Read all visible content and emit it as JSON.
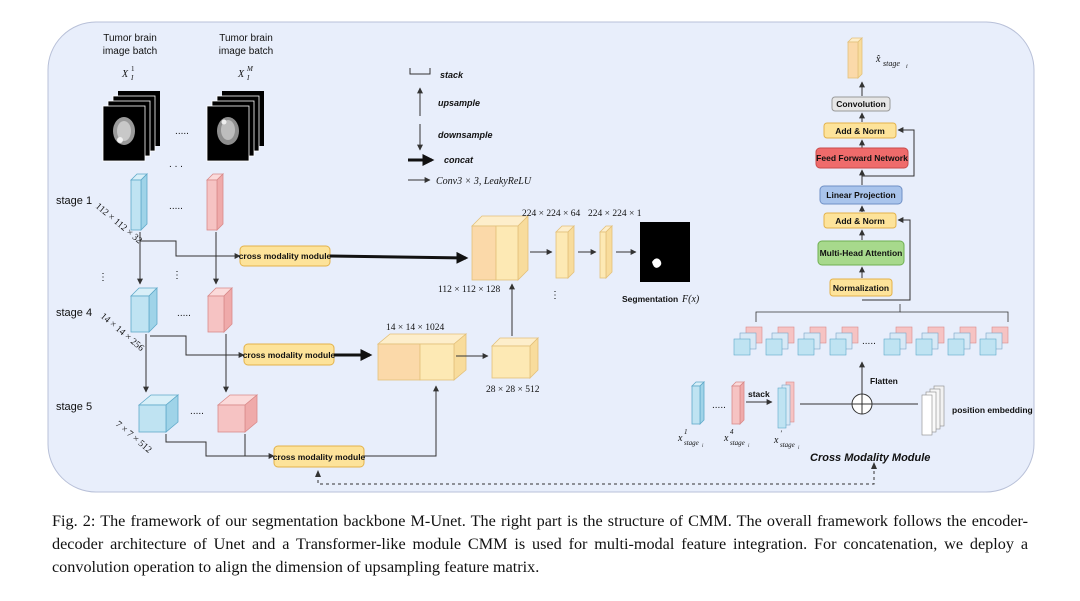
{
  "input_labels": {
    "batch1_line1": "Tumor brain",
    "batch1_line2": "image batch",
    "batch2_line1": "Tumor brain",
    "batch2_line2": "image batch",
    "x1": "X",
    "x1_sup": "1",
    "x1_sub": "I",
    "xm": "X",
    "xm_sup": "M",
    "xm_sub": "I",
    "dots": "....."
  },
  "stages": {
    "stage1": "stage 1",
    "stage4": "stage 4",
    "stage5": "stage 5",
    "dim1": "112 × 112 × 32",
    "dim4": "14 × 14 × 256",
    "dim5": "7 × 7 × 512"
  },
  "legend": {
    "stack": "stack",
    "upsample": "upsample",
    "downsample": "downsample",
    "concat": "concat",
    "conv": "Conv3 × 3, LeakyReLU"
  },
  "modules": {
    "cmm1": "cross modality module",
    "cmm2": "cross modality module",
    "cmm3": "cross modality module"
  },
  "decoder": {
    "d1": "112 × 112 × 128",
    "d2": "224 × 224 × 64",
    "d3": "224 × 224 × 1",
    "d4": "14 × 14 × 1024",
    "d5": "28 × 28 × 512",
    "seg": "Segmentation",
    "fx": "F(x)"
  },
  "cmm_block": {
    "output": "x̂",
    "output_sub": "stage",
    "output_subsub": "i",
    "convolution": "Convolution",
    "addnorm1": "Add  &  Norm",
    "ffn": "Feed Forward Network",
    "linear": "Linear Projection",
    "addnorm2": "Add  &  Norm",
    "mha": "Multi-Head Attention",
    "norm": "Normalization",
    "flatten": "Flatten",
    "stack": "stack",
    "pos": "position embedding",
    "title": "Cross Modality Module",
    "xs1": "x",
    "xs1_sup": "1",
    "xs4": "x",
    "xs4_sup": "4",
    "xs_prime": "x",
    "xs_prime_sup": "′",
    "xs_sub": "stage",
    "xs_subsub": "i"
  },
  "caption": "Fig. 2: The framework of our segmentation backbone M-Unet. The right part is the structure of CMM. The overall framework follows the encoder-decoder architecture of Unet and a Transformer-like module CMM is used for multi-modal feature integration. For concatenation, we deploy a convolution operation to align the dimension of upsampling feature matrix.",
  "colors": {
    "background": "#e8eefb",
    "blue_block": "#bfe3f2",
    "pink_block": "#f6c3c3",
    "yellow_block": "#fde9b4",
    "orange_block": "#fbd9a9",
    "cmm_box": "#fde39a",
    "ffn": "#ef6b6b",
    "linear": "#a9c4ec",
    "mha": "#a7d98c",
    "conv_box": "#e6e6e6"
  }
}
